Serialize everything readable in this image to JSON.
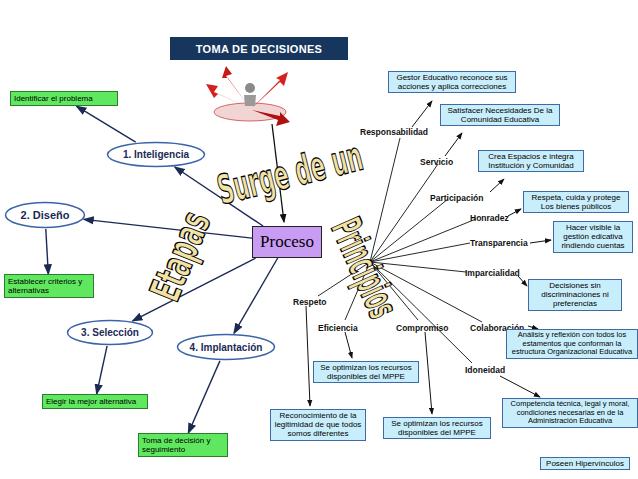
{
  "diagram": {
    "title": "TOMA DE DECISIONES",
    "nodes": [
      {
        "text": [
          "Gestor Educativo reconoce sus acciones y aplica correcciones"
        ]
      },
      {
        "text": [
          "Identificar el problema"
        ]
      },
      {
        "text": [
          "Satisfacer Necesidades De la Comunidad Educativa"
        ]
      },
      {
        "text": [
          "1. Inteligencia"
        ]
      },
      {
        "text": [
          "Crea Espacios e integra Institución y Comunidad"
        ]
      },
      {
        "text": [
          "Respeta, cuida y protege Los bienes públicos"
        ]
      },
      {
        "text": [
          "2. Diseño"
        ]
      },
      {
        "text": [
          "Proceso"
        ]
      },
      {
        "text": [
          "Hacer visible la gestión edicativa rindiendo cuentas"
        ]
      },
      {
        "text": [
          "Establecer criterios y alternativas"
        ]
      },
      {
        "text": [
          "Decisiones sin discriminaciones ni preferencias"
        ]
      },
      {
        "text": [
          "3. Selección"
        ]
      },
      {
        "text": [
          "4. Implantación"
        ]
      },
      {
        "text": [
          "Análisis y reflexión con todos los estamentos que conforman la estructura Organizacional Educativa"
        ]
      },
      {
        "text": [
          "Se optimizan los recursos disponibles del MPPE"
        ]
      },
      {
        "text": [
          "Elegir la mejor alternativa"
        ]
      },
      {
        "text": [
          "Reconocimiento de la legitimidad de que todos somos diferentes"
        ]
      },
      {
        "text": [
          "Se optimizan los recursos disponibles del MPPE"
        ]
      },
      {
        "text": [
          "Competencia técnica, legal y moral, condiciones necesarias en de la Administración Educativa"
        ]
      },
      {
        "text": [
          "Toma de decisión y seguimiento"
        ]
      },
      {
        "text": [
          "Poseen Hipervínculos"
        ]
      }
    ],
    "edges": [
      {
        "from": 7,
        "to": 3,
        "arrow": "to"
      },
      {
        "from": 7,
        "to": 6,
        "arrow": "to"
      },
      {
        "from": 7,
        "to": 11,
        "arrow": "to"
      },
      {
        "from": 7,
        "to": 12,
        "arrow": "to"
      },
      {
        "from": 3,
        "to": 1,
        "arrow": "to"
      },
      {
        "from": 6,
        "to": 9,
        "arrow": "to"
      },
      {
        "from": 11,
        "to": 15,
        "arrow": "to"
      },
      {
        "from": 12,
        "to": 19,
        "arrow": "to"
      }
    ],
    "labels": [
      "Surge de un",
      "Etapas",
      "Principios",
      "Responsabilidad",
      "Servicio",
      "Participación",
      "Honradez",
      "Transparencia",
      "Imparcialidad",
      "Respeto",
      "Eficiencia",
      "Compromiso",
      "Colaboración",
      "Idoneidad"
    ]
  }
}
